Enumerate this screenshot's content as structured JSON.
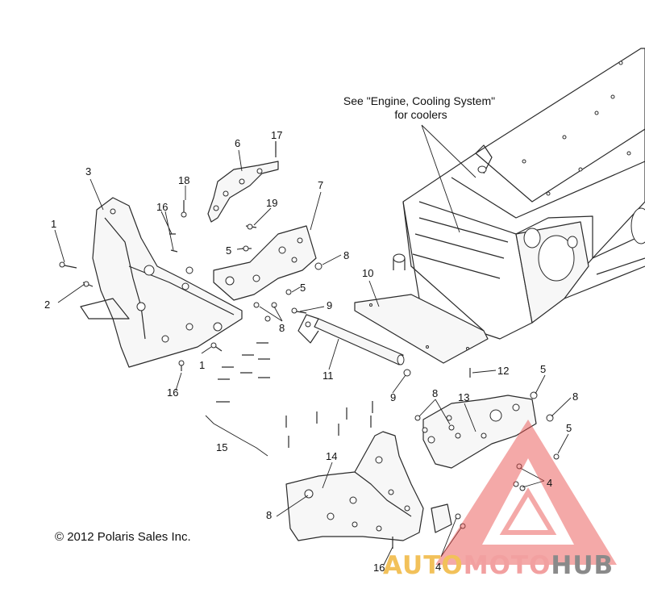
{
  "callouts": {
    "c1a": "1",
    "c1b": "1",
    "c2": "2",
    "c3": "3",
    "c4a": "4",
    "c4b": "4",
    "c5a": "5",
    "c5b": "5",
    "c5c": "5",
    "c5d": "5",
    "c6": "6",
    "c7": "7",
    "c8a": "8",
    "c8b": "8",
    "c8c": "8",
    "c8d": "8",
    "c8e": "8",
    "c9a": "9",
    "c9b": "9",
    "c10": "10",
    "c11": "11",
    "c12": "12",
    "c13": "13",
    "c14": "14",
    "c15": "15",
    "c16a": "16",
    "c16b": "16",
    "c16c": "16",
    "c17": "17",
    "c18": "18",
    "c19": "19"
  },
  "note": {
    "line1": "See \"Engine, Cooling System\"",
    "line2": "for coolers"
  },
  "copyright": "© 2012 Polaris Sales Inc.",
  "watermark": {
    "auto": "AUTO",
    "moto": "MOTO",
    "hub": "HUB",
    "colors": {
      "auto": "#f2c15a",
      "moto": "#f2a0a0",
      "hub": "#8a8a8a",
      "triangle": "#e8504f"
    }
  }
}
